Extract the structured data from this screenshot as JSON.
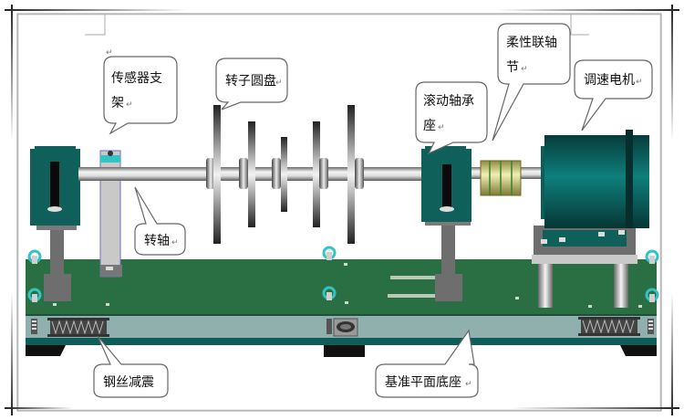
{
  "diagram": {
    "title": "转子试验台结构示意图",
    "callouts": [
      {
        "id": "sensor-bracket",
        "lines": [
          "传感器支",
          "架"
        ]
      },
      {
        "id": "rotor-disk",
        "lines": [
          "转子圆盘"
        ]
      },
      {
        "id": "rolling-bearing-seat",
        "lines": [
          "滚动轴承",
          "座"
        ]
      },
      {
        "id": "flexible-coupling",
        "lines": [
          "柔性联轴",
          "节"
        ]
      },
      {
        "id": "speed-motor",
        "lines": [
          "调速电机"
        ]
      },
      {
        "id": "shaft",
        "lines": [
          "转轴"
        ]
      },
      {
        "id": "wire-damper",
        "lines": [
          "钢丝减震"
        ]
      },
      {
        "id": "base-plate",
        "lines": [
          "基准平面底座"
        ]
      }
    ],
    "pilcrow": "↵",
    "colors": {
      "bearing_teal": "#0f5f5a",
      "motor_teal": "#0b7170",
      "base_green": "#2a6e44",
      "base_band": "#8fb0ac",
      "base_strip": "#0e5d58",
      "coupling_yellow": "#e6e39a",
      "ring_cyan": "#33c3c4",
      "gray_support": "#6e6e6e"
    }
  }
}
